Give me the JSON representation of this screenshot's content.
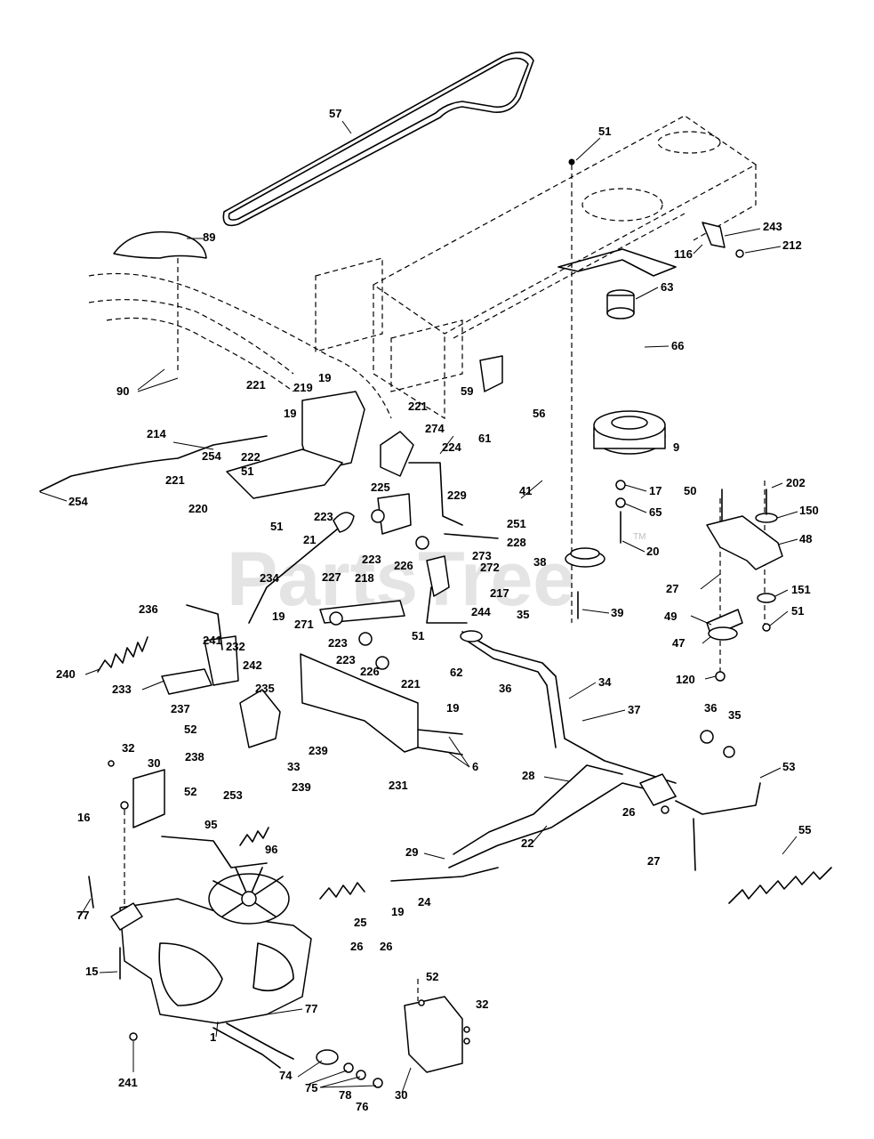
{
  "watermark": "PartsTree",
  "watermark_tm": "TM",
  "labels": [
    "57",
    "51",
    "89",
    "243",
    "116",
    "212",
    "63",
    "66",
    "90",
    "221",
    "19",
    "219",
    "221",
    "19",
    "214",
    "274",
    "224",
    "254",
    "222",
    "51",
    "221",
    "59",
    "56",
    "61",
    "9",
    "254",
    "220",
    "225",
    "229",
    "251",
    "228",
    "41",
    "17",
    "65",
    "50",
    "202",
    "150",
    "48",
    "223",
    "51",
    "21",
    "223",
    "273",
    "226",
    "272",
    "38",
    "20",
    "27",
    "151",
    "51",
    "234",
    "227",
    "218",
    "217",
    "244",
    "35",
    "49",
    "39",
    "47",
    "236",
    "19",
    "271",
    "223",
    "51",
    "223",
    "226",
    "62",
    "36",
    "120",
    "240",
    "241",
    "232",
    "242",
    "233",
    "237",
    "235",
    "52",
    "221",
    "19",
    "34",
    "37",
    "239",
    "238",
    "33",
    "239",
    "231",
    "6",
    "36",
    "35",
    "32",
    "30",
    "52",
    "16",
    "53",
    "253",
    "28",
    "95",
    "96",
    "26",
    "22",
    "29",
    "27",
    "55",
    "77",
    "25",
    "19",
    "24",
    "15",
    "26",
    "26",
    "77",
    "52",
    "32",
    "1",
    "241",
    "74",
    "75",
    "78",
    "30",
    "76"
  ]
}
